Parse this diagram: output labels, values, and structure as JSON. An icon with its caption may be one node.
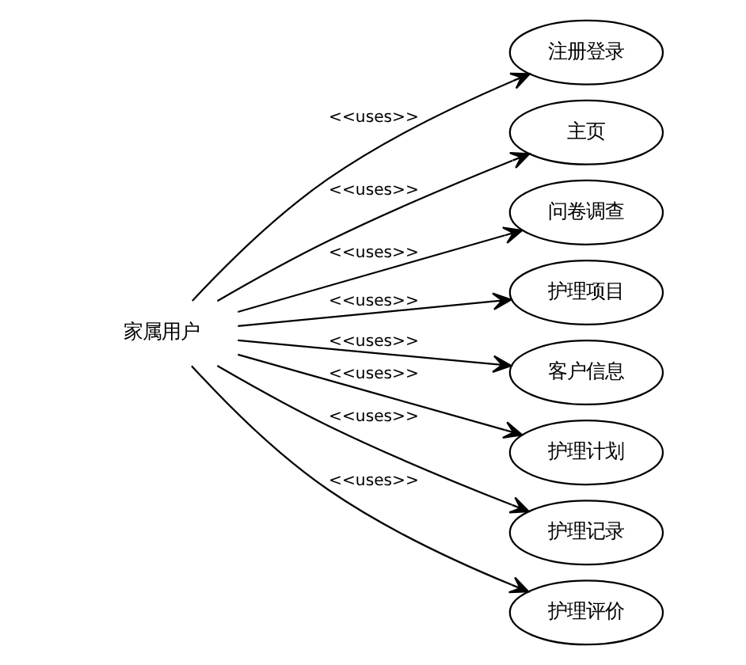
{
  "diagram": {
    "nodes": [
      {
        "text": [
          "家属用户"
        ]
      },
      {
        "text": [
          "注册登录"
        ]
      },
      {
        "text": [
          "主页"
        ]
      },
      {
        "text": [
          "问卷调查"
        ]
      },
      {
        "text": [
          "护理项目"
        ]
      },
      {
        "text": [
          "客户信息"
        ]
      },
      {
        "text": [
          "护理计划"
        ]
      },
      {
        "text": [
          "护理记录"
        ]
      },
      {
        "text": [
          "护理评价"
        ]
      }
    ],
    "edges": [
      {
        "from": 0,
        "to": 1,
        "arrow": "to",
        "label": "<<uses>>"
      },
      {
        "from": 0,
        "to": 2,
        "arrow": "to",
        "label": "<<uses>>"
      },
      {
        "from": 0,
        "to": 3,
        "arrow": "to",
        "label": "<<uses>>"
      },
      {
        "from": 0,
        "to": 4,
        "arrow": "to",
        "label": "<<uses>>"
      },
      {
        "from": 0,
        "to": 5,
        "arrow": "to",
        "label": "<<uses>>"
      },
      {
        "from": 0,
        "to": 6,
        "arrow": "to",
        "label": "<<uses>>"
      },
      {
        "from": 0,
        "to": 7,
        "arrow": "to",
        "label": "<<uses>>"
      },
      {
        "from": 0,
        "to": 8,
        "arrow": "to",
        "label": "<<uses>>"
      }
    ]
  }
}
